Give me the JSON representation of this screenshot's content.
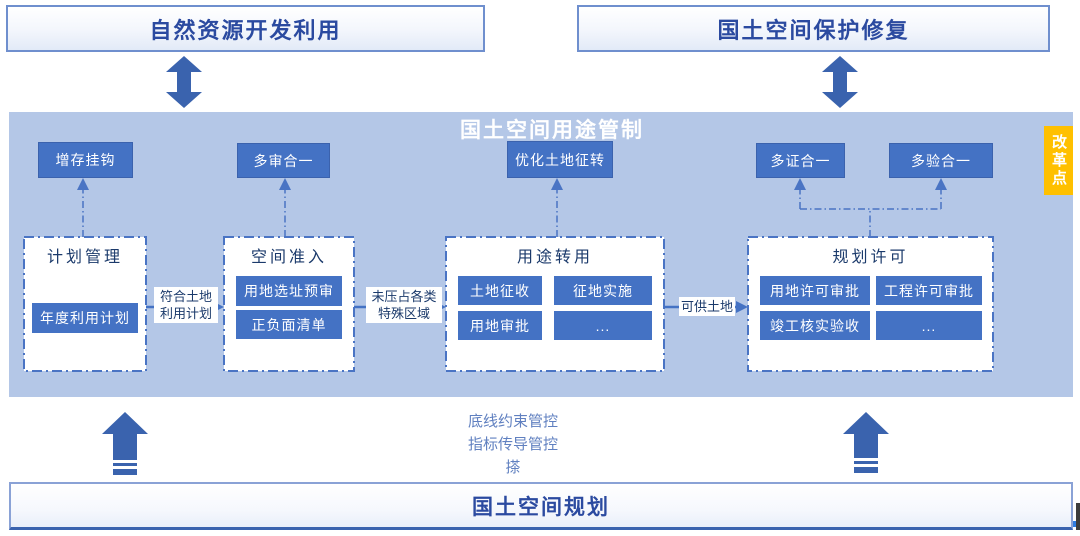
{
  "colors": {
    "accent_blue": "#4472c4",
    "panel_bg": "#b4c7e7",
    "arrow_blue": "#3a63ae",
    "navy_text": "#1b3a6b",
    "title_blue": "#2b4aa0",
    "reform_orange": "#ffc000"
  },
  "top": {
    "left_box": "自然资源开发利用",
    "right_box": "国土空间保护修复"
  },
  "panel": {
    "title": "国土空间用途管制",
    "reform_tag": "改革点",
    "chips": [
      "增存挂钩",
      "多审合一",
      "优化土地征转",
      "多证合一",
      "多验合一"
    ],
    "groups": [
      {
        "title": "计划管理",
        "items": [
          "年度利用计划"
        ]
      },
      {
        "title": "空间准入",
        "items": [
          "用地选址预审",
          "正负面清单"
        ]
      },
      {
        "title": "用途转用",
        "items": [
          "土地征收",
          "征地实施",
          "用地审批",
          "..."
        ]
      },
      {
        "title": "规划许可",
        "items": [
          "用地许可审批",
          "工程许可审批",
          "竣工核实验收",
          "..."
        ]
      }
    ],
    "flow_labels": {
      "l1": [
        "符合土地",
        "利用计划"
      ],
      "l2": [
        "未压占各类",
        "特殊区域"
      ],
      "l3": [
        "可供土地"
      ]
    }
  },
  "bottom_note": [
    "底线约束管控",
    "指标传导管控",
    "搽"
  ],
  "bottom_box": "国土空间规划"
}
